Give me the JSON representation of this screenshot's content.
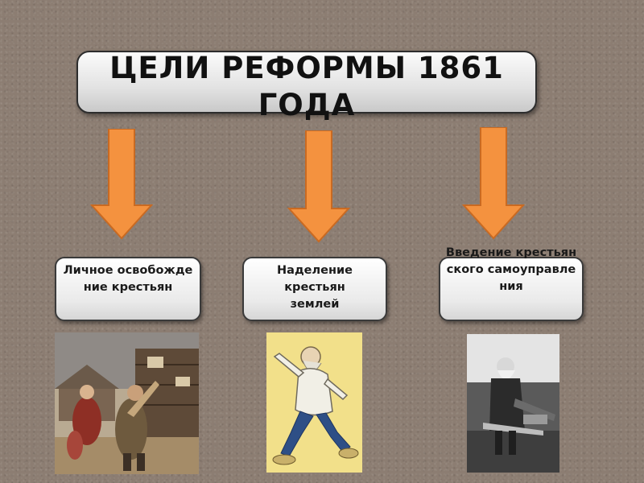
{
  "title": "ЦЕЛИ РЕФОРМЫ 1861 ГОДА",
  "goals": [
    {
      "label": "Личное освобождение крестьян"
    },
    {
      "label": "Наделение крестьян землей"
    },
    {
      "label": "Введение крестьянского самоуправления"
    }
  ],
  "colors": {
    "background": "#8c7d72",
    "arrow": "#f4923f",
    "arrow_outline": "#c96a22",
    "box": "#ececec"
  }
}
